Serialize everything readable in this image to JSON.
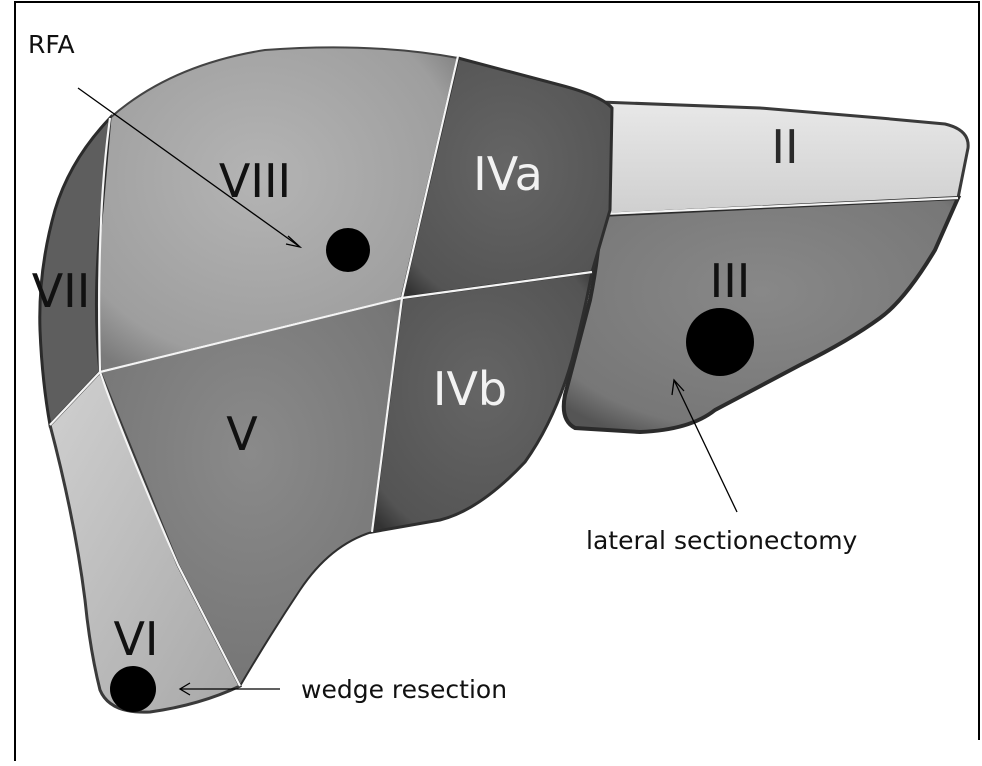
{
  "figure": {
    "segments": [
      {
        "id": "II",
        "label": "II",
        "fill": "#d9d9d9"
      },
      {
        "id": "III",
        "label": "III",
        "fill": "#7a7a7a"
      },
      {
        "id": "IVa",
        "label": "IVa",
        "fill": "#555555"
      },
      {
        "id": "IVb",
        "label": "IVb",
        "fill": "#585858"
      },
      {
        "id": "V",
        "label": "V",
        "fill": "#7d7d7d"
      },
      {
        "id": "VI",
        "label": "VI",
        "fill": "#b9b9b9"
      },
      {
        "id": "VII",
        "label": "VII",
        "fill": "#666666"
      },
      {
        "id": "VIII",
        "label": "VIII",
        "fill": "#a3a3a3"
      }
    ],
    "annotations": {
      "rfa": "RFA",
      "wedge": "wedge resection",
      "lateral": "lateral sectionectomy"
    },
    "colors": {
      "tumor": "#000000",
      "outline": "#2b2b2b",
      "boundary": "#f4f4f4"
    }
  }
}
